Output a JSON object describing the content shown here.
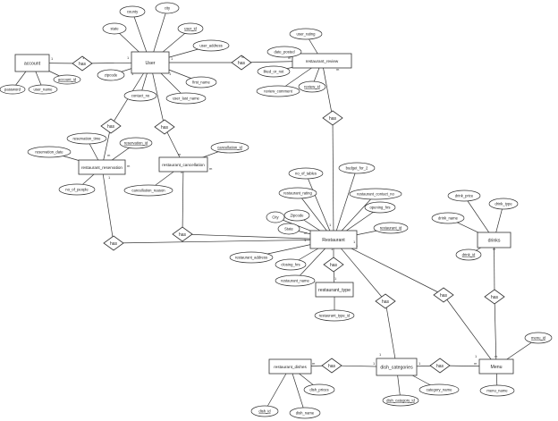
{
  "entities": [
    {
      "id": "account",
      "label": "account"
    },
    {
      "id": "user",
      "label": "User"
    },
    {
      "id": "review",
      "label": "restaurant_review"
    },
    {
      "id": "reservation",
      "label": "restaurant_reservation"
    },
    {
      "id": "cancellation",
      "label": "restaurant_cancellation"
    },
    {
      "id": "restaurant",
      "label": "Restaurant"
    },
    {
      "id": "rtype",
      "label": "restaurant_type"
    },
    {
      "id": "drinks",
      "label": "drinks"
    },
    {
      "id": "rdishes",
      "label": "restaurant_dishes"
    },
    {
      "id": "dcat",
      "label": "dish_categories"
    },
    {
      "id": "menu",
      "label": "Menu"
    }
  ],
  "relationships": [
    {
      "id": "r_acc_user",
      "label": "has"
    },
    {
      "id": "r_user_review",
      "label": "has"
    },
    {
      "id": "r_user_res",
      "label": "has"
    },
    {
      "id": "r_user_can",
      "label": "has"
    },
    {
      "id": "r_review_rest",
      "label": "has"
    },
    {
      "id": "r_res_rest",
      "label": "has"
    },
    {
      "id": "r_can_rest",
      "label": "has"
    },
    {
      "id": "r_rest_type",
      "label": "has"
    },
    {
      "id": "r_rest_cat",
      "label": "has"
    },
    {
      "id": "r_rest_menu",
      "label": "has"
    },
    {
      "id": "r_drinks_menu",
      "label": "has"
    },
    {
      "id": "r_dishes_cat",
      "label": "has"
    },
    {
      "id": "r_cat_menu",
      "label": "has"
    }
  ],
  "attributes": [
    {
      "id": "a_password",
      "label": "password",
      "key": false
    },
    {
      "id": "a_acc_user_name",
      "label": "user_name",
      "key": false
    },
    {
      "id": "a_account_id",
      "label": "account_id",
      "key": true
    },
    {
      "id": "a_county",
      "label": "county",
      "key": false
    },
    {
      "id": "a_city",
      "label": "city",
      "key": false
    },
    {
      "id": "a_state",
      "label": "state",
      "key": false
    },
    {
      "id": "a_user_id",
      "label": "user_id",
      "key": true
    },
    {
      "id": "a_user_address",
      "label": "user_address",
      "key": false
    },
    {
      "id": "a_zipcode_u",
      "label": "zipcode",
      "key": false
    },
    {
      "id": "a_contact_no",
      "label": "contact_no",
      "key": false
    },
    {
      "id": "a_first_name",
      "label": "first_name",
      "key": false
    },
    {
      "id": "a_user_last_name",
      "label": "user_last_name",
      "key": false
    },
    {
      "id": "a_user_rating",
      "label": "user_rating",
      "key": false
    },
    {
      "id": "a_date_posted",
      "label": "date_posted",
      "key": false
    },
    {
      "id": "a_liked_or_not",
      "label": "liked_or_not",
      "key": false
    },
    {
      "id": "a_review_comment",
      "label": "review_comment",
      "key": false
    },
    {
      "id": "a_review_id",
      "label": "review_id",
      "key": true
    },
    {
      "id": "a_reservation_time",
      "label": "reservation_time",
      "key": false
    },
    {
      "id": "a_reservation_id",
      "label": "reservation_id",
      "key": true
    },
    {
      "id": "a_reservation_date",
      "label": "reservation_date",
      "key": false
    },
    {
      "id": "a_no_of_people",
      "label": "no_of_people",
      "key": false
    },
    {
      "id": "a_cancellation_id",
      "label": "cancellation_id",
      "key": true
    },
    {
      "id": "a_cancellation_reason",
      "label": "cancellation_reason",
      "key": false
    },
    {
      "id": "a_no_of_tables",
      "label": "no_of_tables",
      "key": false
    },
    {
      "id": "a_budget_for_2",
      "label": "budget_for_2",
      "key": false
    },
    {
      "id": "a_restaurant_rating",
      "label": "restaurant_rating",
      "key": false
    },
    {
      "id": "a_restaurant_contact_no",
      "label": "restaurant_contact_no",
      "key": false
    },
    {
      "id": "a_city_r",
      "label": "City",
      "key": false
    },
    {
      "id": "a_zipcode_r",
      "label": "Zipcode",
      "key": false
    },
    {
      "id": "a_opening_hrs",
      "label": "opening_hrs",
      "key": false
    },
    {
      "id": "a_state_r",
      "label": "State",
      "key": false
    },
    {
      "id": "a_restaurant_id",
      "label": "restaurant_id",
      "key": true
    },
    {
      "id": "a_restaurant_address",
      "label": "restaurant_address",
      "key": false
    },
    {
      "id": "a_closing_hrs",
      "label": "closing_hrs",
      "key": false
    },
    {
      "id": "a_restaurant_name",
      "label": "restaurant_name",
      "key": false
    },
    {
      "id": "a_restaurant_type_id",
      "label": "restaurant_type_id",
      "key": false
    },
    {
      "id": "a_drink_price",
      "label": "drink_price",
      "key": false
    },
    {
      "id": "a_drink_type",
      "label": "drink_type",
      "key": false
    },
    {
      "id": "a_drink_name",
      "label": "drink_name",
      "key": false
    },
    {
      "id": "a_drink_id",
      "label": "drink_id",
      "key": true
    },
    {
      "id": "a_menu_id",
      "label": "menu_id",
      "key": true
    },
    {
      "id": "a_menu_name",
      "label": "menu_name",
      "key": false
    },
    {
      "id": "a_dish_prices",
      "label": "dish_prices",
      "key": false
    },
    {
      "id": "a_dish_id",
      "label": "dish_id",
      "key": true
    },
    {
      "id": "a_dish_name",
      "label": "dish_name",
      "key": false
    },
    {
      "id": "a_dish_category_id",
      "label": "dish_category_id",
      "key": true
    },
    {
      "id": "a_category_name",
      "label": "category_name",
      "key": false
    }
  ],
  "cardinalities": [
    "1",
    "1",
    "1",
    "m",
    "1",
    "m",
    "1",
    "m",
    "m",
    "1",
    "m",
    "1",
    "m",
    "m",
    "1",
    "1",
    "1",
    "1",
    "1",
    "1",
    "m",
    "m",
    "m",
    "1",
    "1",
    "m",
    "1",
    "m",
    "1",
    "m"
  ]
}
